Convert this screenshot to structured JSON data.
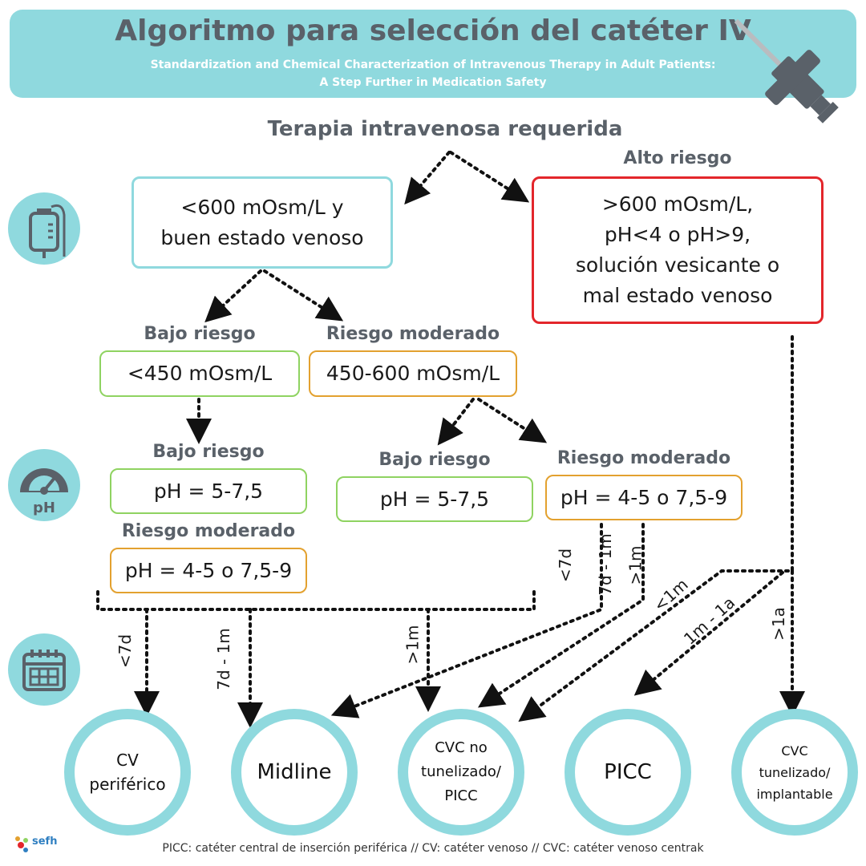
{
  "header": {
    "title": "Algoritmo para selección del catéter IV",
    "subtitle_line1": "Standardization and Chemical Characterization of Intravenous Therapy in Adult Patients:",
    "subtitle_line2": "A Step Further in Medication Safety"
  },
  "start": {
    "label": "Terapia intravenosa requerida"
  },
  "high_risk": {
    "heading": "Alto riesgo",
    "lines": [
      ">600 mOsm/L,",
      "pH<4 o pH>9,",
      "solución vesicante o",
      "mal estado venoso"
    ]
  },
  "good_condition": {
    "lines": [
      "<600 mOsm/L y",
      "buen estado venoso"
    ]
  },
  "osm_low": {
    "heading": "Bajo riesgo",
    "value": "<450 mOsm/L"
  },
  "osm_moderate": {
    "heading": "Riesgo moderado",
    "value": "450-600 mOsm/L"
  },
  "ph_left_low": {
    "heading": "Bajo riesgo",
    "value": "pH = 5-7,5"
  },
  "ph_left_moderate": {
    "heading": "Riesgo moderado",
    "value": "pH = 4-5 o 7,5-9"
  },
  "ph_mid_low": {
    "heading": "Bajo riesgo",
    "value": "pH = 5-7,5"
  },
  "ph_right_moderate": {
    "heading": "Riesgo moderado",
    "value": "pH = 4-5 o 7,5-9"
  },
  "durations": {
    "lt7d": "<7d",
    "d7_1m": "7d - 1m",
    "gt1m": ">1m",
    "lt1m": "<1m",
    "m1_1a": "1m - 1a",
    "gt1a": ">1a"
  },
  "outcomes": {
    "cv_peripheral": [
      "CV",
      "periférico"
    ],
    "midline": [
      "Midline"
    ],
    "cvc_non_tunneled": [
      "CVC no",
      "tunelizado/",
      "PICC"
    ],
    "picc": [
      "PICC"
    ],
    "cvc_tunneled": [
      "CVC",
      "tunelizado/",
      "implantable"
    ]
  },
  "icons": [
    "iv-bag-icon",
    "ph-gauge-icon",
    "calendar-icon",
    "catheter-icon",
    "sefh-logo"
  ],
  "logo": {
    "text": "sefh"
  },
  "footer": "PICC: catéter central de inserción periférica // CV: catéter venoso // CVC: catéter venoso centrak",
  "colors": {
    "teal": "#8fd9de",
    "slate": "#5a6169",
    "red": "#e3262b",
    "green": "#8fd361",
    "orange": "#e3a12f"
  }
}
